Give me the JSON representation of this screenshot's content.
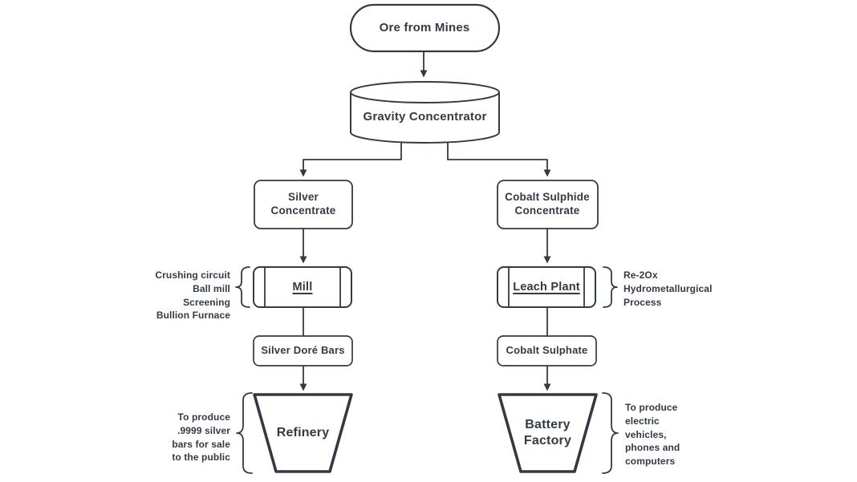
{
  "colors": {
    "background": "#ffffff",
    "stroke": "#343a43",
    "text": "#343a43"
  },
  "nodes": {
    "ore": {
      "label": "Ore from Mines",
      "shape": "stadium"
    },
    "gravity_concentrator": {
      "label": "Gravity Concentrator",
      "shape": "cylinder"
    },
    "silver_concentrate": {
      "label": "Silver Concentrate",
      "shape": "rounded-rect"
    },
    "cobalt_sulphide_concentrate": {
      "label": "Cobalt Sulphide Concentrate",
      "shape": "rounded-rect"
    },
    "mill": {
      "label": "Mill",
      "shape": "subroutine",
      "underlined": true
    },
    "leach_plant": {
      "label": "Leach Plant",
      "shape": "subroutine",
      "underlined": true
    },
    "silver_dore_bars": {
      "label": "Silver Doré Bars",
      "shape": "rounded-rect"
    },
    "cobalt_sulphate": {
      "label": "Cobalt Sulphate",
      "shape": "rounded-rect"
    },
    "refinery": {
      "label": "Refinery",
      "shape": "trapezoid"
    },
    "battery_factory": {
      "label": "Battery Factory",
      "shape": "trapezoid"
    }
  },
  "annotations": {
    "mill_note": {
      "side": "left",
      "text": "Crushing circuit\nBall mill\nScreening\nBullion Furnace"
    },
    "leach_note": {
      "side": "right",
      "text": "Re-2Ox\nHydrometallurgical\nProcess"
    },
    "refinery_note": {
      "side": "left",
      "text": "To produce\n.9999 silver\nbars for sale\nto the public"
    },
    "battery_note": {
      "side": "right",
      "text": "To produce\nelectric\nvehicles,\nphones and\ncomputers"
    }
  },
  "edges": [
    {
      "from": "ore",
      "to": "gravity_concentrator",
      "arrow": true
    },
    {
      "from": "gravity_concentrator",
      "to": "silver_concentrate",
      "arrow": true
    },
    {
      "from": "gravity_concentrator",
      "to": "cobalt_sulphide_concentrate",
      "arrow": true
    },
    {
      "from": "silver_concentrate",
      "to": "mill",
      "arrow": true
    },
    {
      "from": "cobalt_sulphide_concentrate",
      "to": "leach_plant",
      "arrow": true
    },
    {
      "from": "mill",
      "to": "silver_dore_bars",
      "arrow": false
    },
    {
      "from": "leach_plant",
      "to": "cobalt_sulphate",
      "arrow": false
    },
    {
      "from": "silver_dore_bars",
      "to": "refinery",
      "arrow": true
    },
    {
      "from": "cobalt_sulphate",
      "to": "battery_factory",
      "arrow": true
    }
  ]
}
